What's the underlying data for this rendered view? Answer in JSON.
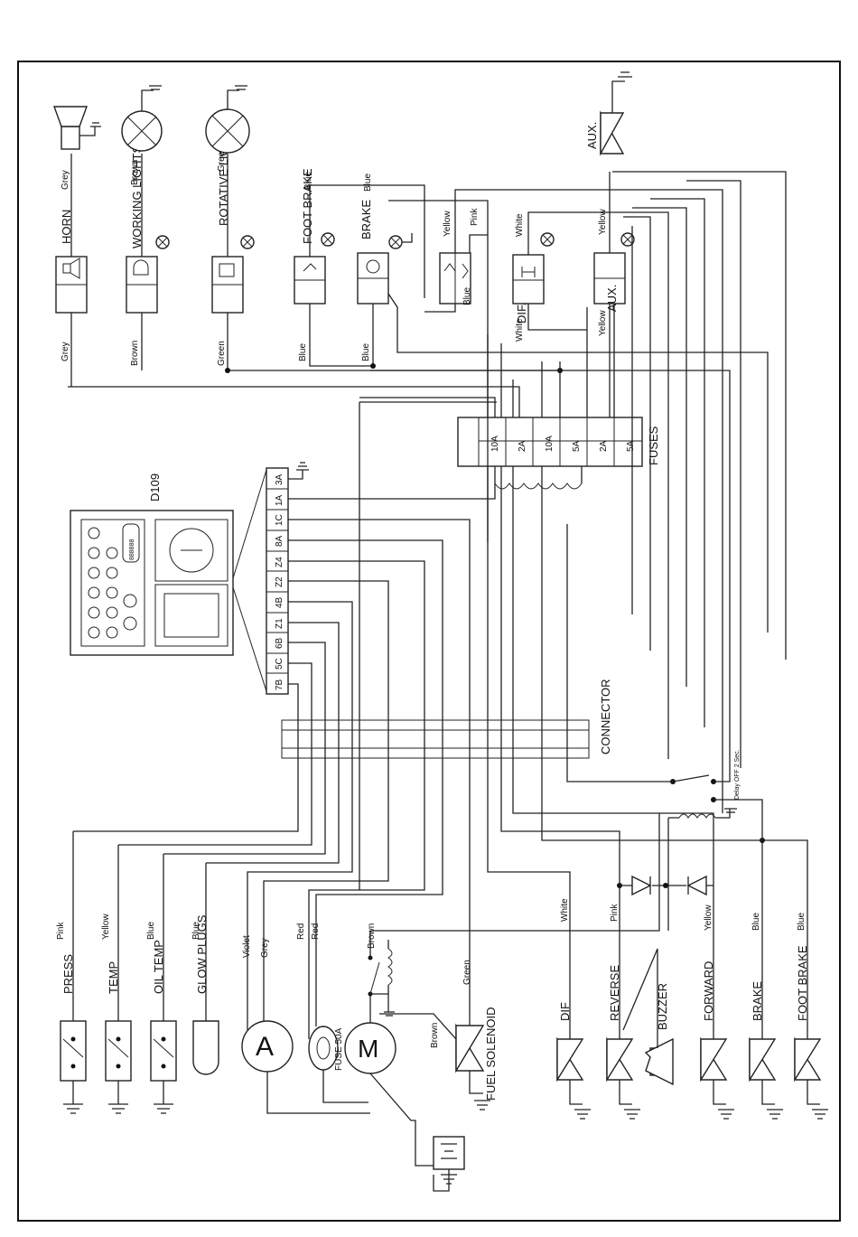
{
  "diagram": {
    "left_components": [
      {
        "label": "PRESS",
        "wire": "Pink"
      },
      {
        "label": "TEMP",
        "wire": "Yellow"
      },
      {
        "label": "OIL TEMP",
        "wire": "Blue"
      },
      {
        "label": "GLOW PLUGS",
        "wire": "Blue"
      }
    ],
    "ammeter": {
      "label": "A",
      "wires": [
        "Violet",
        "Grey"
      ]
    },
    "fuse_main": {
      "label": "FUSE 50A",
      "wires": [
        "Red",
        "Red"
      ]
    },
    "motor": {
      "label": "M",
      "wires": [
        "Brown",
        "Brown"
      ]
    },
    "fuel_solenoid": {
      "label": "FUEL SOLENOID",
      "wire": "Green"
    },
    "bottom_valves": [
      {
        "label": "DIF",
        "wire": "White"
      },
      {
        "label": "REVERSE",
        "wire": "Pink"
      },
      {
        "label": "BUZZER",
        "wire": ""
      },
      {
        "label": "FORWARD",
        "wire": "Yellow"
      },
      {
        "label": "BRAKE",
        "wire": "Blue"
      },
      {
        "label": "FOOT BRAKE",
        "wire": "Blue"
      }
    ],
    "connector": {
      "label": "CONNECTOR"
    },
    "relay": {
      "label": "Delay OFF 2 Sec."
    },
    "d109": {
      "label": "D109",
      "pins": [
        "7B",
        "5C",
        "6B",
        "Z1",
        "4B",
        "Z2",
        "Z4",
        "8A",
        "1C",
        "1A",
        "3A"
      ],
      "display_value": "888888"
    },
    "fuses": {
      "label": "FUSES",
      "ratings": [
        "10A",
        "2A",
        "10A",
        "5A",
        "2A",
        "5A"
      ]
    },
    "right_components": [
      {
        "label": "HORN",
        "wires": [
          "Grey",
          "Grey"
        ]
      },
      {
        "label": "WORKING LIGHTS",
        "wires": [
          "Brown",
          "Brown"
        ]
      },
      {
        "label": "ROTATIVE LIGHT",
        "wires": [
          "Green",
          "Green"
        ]
      },
      {
        "label": "FOOT BRAKE",
        "wires": [
          "Blue",
          "Blue"
        ]
      },
      {
        "label": "BRAKE",
        "wires": [
          "Blue",
          "Blue"
        ]
      },
      {
        "label": "",
        "wires": [
          "Yellow",
          "Pink",
          "Blue"
        ]
      },
      {
        "label": "DIF.",
        "wires": [
          "White",
          "White"
        ]
      },
      {
        "label": "AUX.",
        "wires": [
          "Yellow",
          "Yellow"
        ]
      }
    ],
    "aux_valve": {
      "label": "AUX."
    }
  },
  "colors": {
    "line": "#222222",
    "background": "#ffffff"
  }
}
